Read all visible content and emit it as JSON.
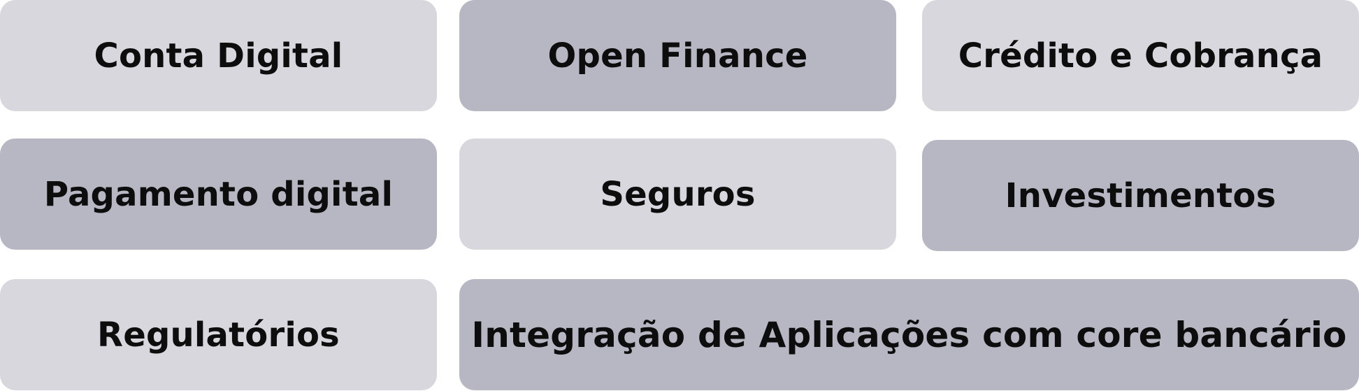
{
  "tiles": [
    {
      "id": "conta-digital",
      "label": "Conta Digital",
      "tone": "light"
    },
    {
      "id": "open-finance",
      "label": "Open Finance",
      "tone": "dark"
    },
    {
      "id": "credito-cobranca",
      "label": "Crédito e Cobrança",
      "tone": "light"
    },
    {
      "id": "pagamento-digital",
      "label": "Pagamento digital",
      "tone": "dark"
    },
    {
      "id": "seguros",
      "label": "Seguros",
      "tone": "light"
    },
    {
      "id": "investimentos",
      "label": "Investimentos",
      "tone": "dark"
    },
    {
      "id": "regulatorios",
      "label": "Regulatórios",
      "tone": "light"
    },
    {
      "id": "integracao-core-bancario",
      "label": "Integração de Aplicações com core bancário",
      "tone": "dark"
    }
  ],
  "colors": {
    "light_tile": "#d8d7de",
    "dark_tile": "#b7b7c4",
    "text": "#0d0d0d",
    "background": "#ffffff"
  }
}
